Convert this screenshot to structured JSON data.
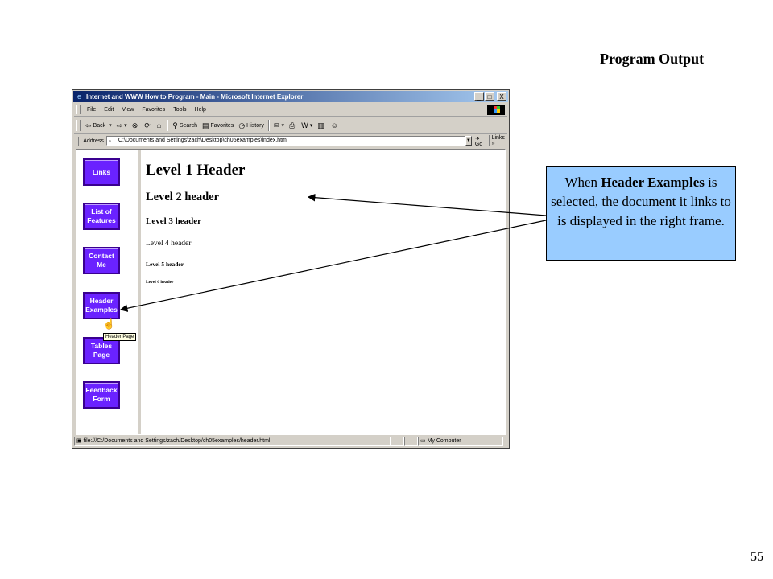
{
  "slide": {
    "title": "Program Output",
    "page_number": "55"
  },
  "window": {
    "title": "Internet and WWW How to Program - Main - Microsoft Internet Explorer",
    "min_btn": "_",
    "max_btn": "□",
    "close_btn": "X"
  },
  "menu": {
    "items": [
      "File",
      "Edit",
      "View",
      "Favorites",
      "Tools",
      "Help"
    ]
  },
  "toolbar": {
    "back": "Back",
    "forward": "",
    "search": "Search",
    "favorites": "Favorites",
    "history": "History"
  },
  "address": {
    "label": "Address",
    "value": "C:\\Documents and Settings\\zach\\Desktop\\ch05examples\\index.html",
    "go": "Go",
    "links": "Links"
  },
  "nav": {
    "buttons": [
      "Links",
      "List of\nFeatures",
      "Contact\nMe",
      "Header\nExamples",
      "Tables\nPage",
      "Feedback\nForm"
    ],
    "tooltip": "Header Page"
  },
  "headers": {
    "h1": "Level 1 Header",
    "h2": "Level 2 header",
    "h3": "Level 3 header",
    "h4": "Level 4 header",
    "h5": "Level 5 header",
    "h6": "Level 6 header"
  },
  "status": {
    "url": "file:///C:/Documents and Settings/zach/Desktop/ch05examples/header.html",
    "zone": "My Computer"
  },
  "callout": {
    "pre": "When ",
    "bold": "Header Examples",
    "post": " is selected, the document it links to is displayed in the right frame."
  },
  "colors": {
    "callout_bg": "#99ccff",
    "nav_button": "#6a22ff",
    "titlebar": "#0a246a"
  }
}
